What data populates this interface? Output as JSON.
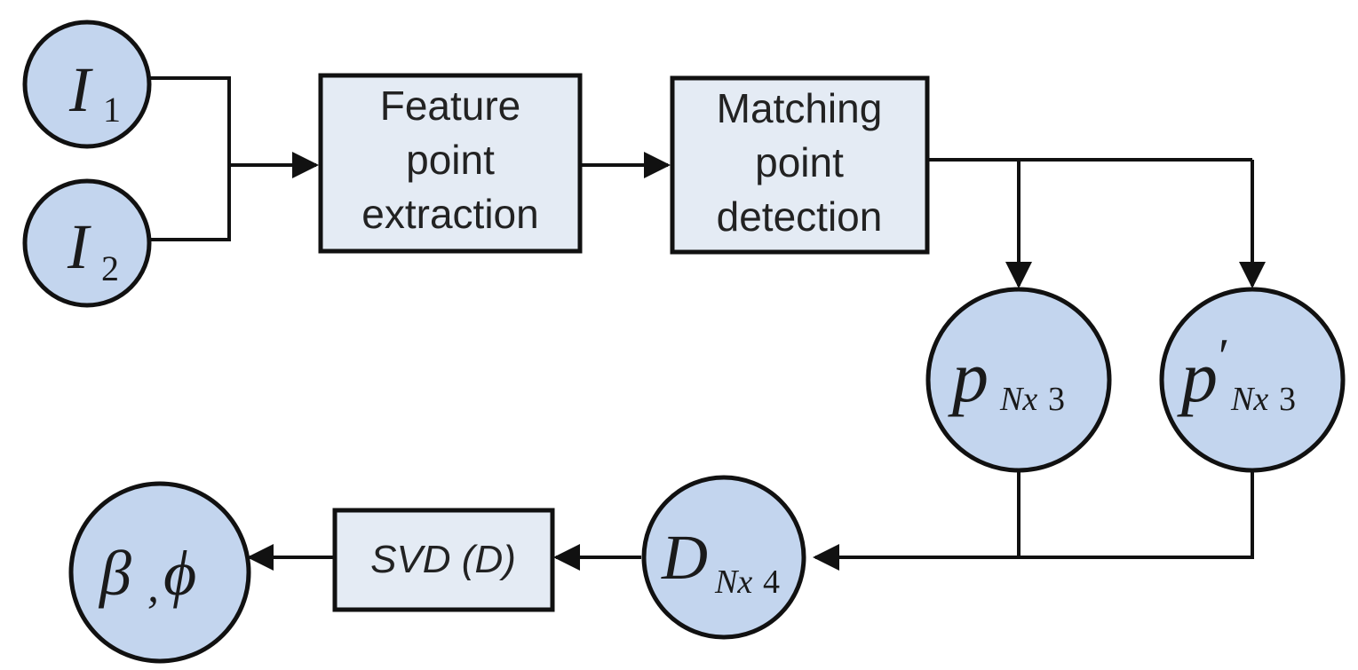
{
  "colors": {
    "circle_fill": "#c3d5ee",
    "box_fill": "#e4ebf4",
    "stroke": "#111111"
  },
  "nodes": {
    "input1": {
      "symbol": "I",
      "subscript": "1"
    },
    "input2": {
      "symbol": "I",
      "subscript": "2"
    },
    "feature_extraction": {
      "lines": [
        "Feature",
        "point",
        "extraction"
      ]
    },
    "matching_detection": {
      "lines": [
        "Matching",
        "point",
        "detection"
      ]
    },
    "p": {
      "symbol": "p",
      "subscript_italic": "Nx",
      "subscript_num": "3"
    },
    "p_prime": {
      "symbol": "p",
      "prime": "′",
      "subscript_italic": "Nx",
      "subscript_num": "3"
    },
    "d": {
      "symbol": "D",
      "subscript_italic": "Nx",
      "subscript_num": "4"
    },
    "svd": {
      "label": "SVD (D)"
    },
    "output": {
      "symbol_a": "β",
      "separator": ",",
      "symbol_b": "ϕ"
    }
  }
}
